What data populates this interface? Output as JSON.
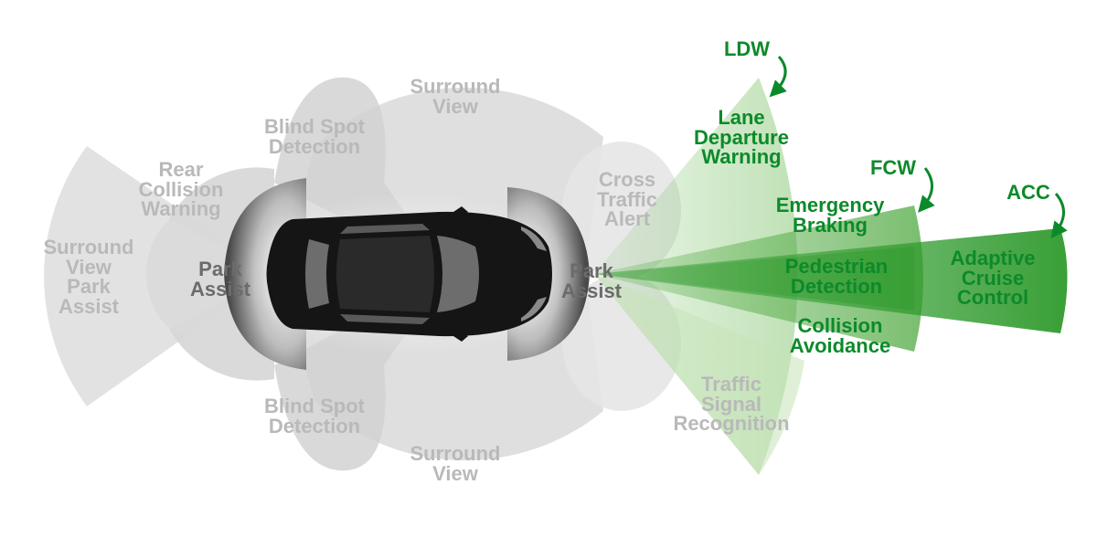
{
  "colors": {
    "zone_grey": "#dcdcdc",
    "car_body": "#151515",
    "accent_green": "#0c8a2a",
    "label_grey": "#b9b9b9",
    "label_dark": "#6b6b6b"
  },
  "labels": {
    "surround_view_top": [
      "Surround",
      "View"
    ],
    "blind_spot_top": [
      "Blind Spot",
      "Detection"
    ],
    "rear_collision": [
      "Rear",
      "Collision",
      "Warning"
    ],
    "surround_view_park": [
      "Surround",
      "View",
      "Park",
      "Assist"
    ],
    "park_assist_rear": [
      "Park",
      "Assist"
    ],
    "park_assist_front": [
      "Park",
      "Assist"
    ],
    "cross_traffic": [
      "Cross",
      "Traffic",
      "Alert"
    ],
    "blind_spot_bottom": [
      "Blind Spot",
      "Detection"
    ],
    "surround_view_bottom": [
      "Surround",
      "View"
    ],
    "traffic_signal": [
      "Traffic",
      "Signal",
      "Recognition"
    ],
    "lane_departure": [
      "Lane",
      "Departure",
      "Warning"
    ],
    "emergency_braking": [
      "Emergency",
      "Braking"
    ],
    "pedestrian_detection": [
      "Pedestrian",
      "Detection"
    ],
    "collision_avoidance": [
      "Collision",
      "Avoidance"
    ],
    "adaptive_cruise": [
      "Adaptive",
      "Cruise",
      "Control"
    ]
  },
  "abbreviations": {
    "ldw": "LDW",
    "fcw": "FCW",
    "acc": "ACC"
  },
  "icons": [
    "car-top-view-icon",
    "curved-arrow-icon"
  ]
}
